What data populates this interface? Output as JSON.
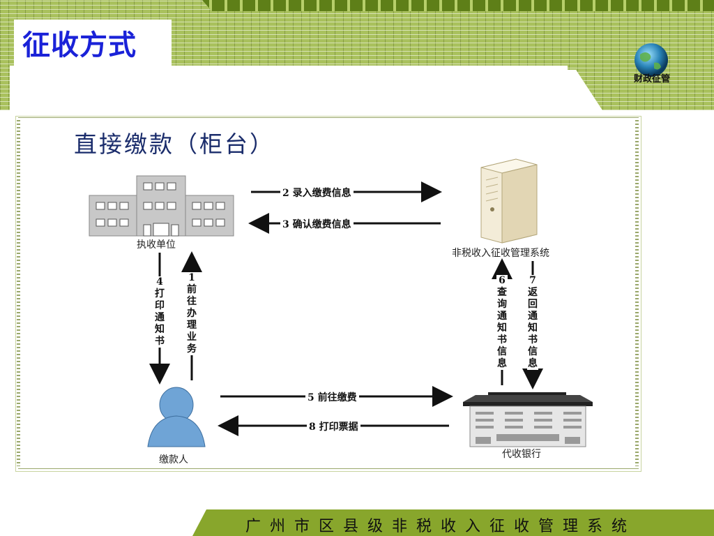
{
  "slide": {
    "title": "征收方式",
    "logo_text": "财政征管",
    "footer_text": "广州市区县级非税收入征收管理系统"
  },
  "diagram": {
    "title": "直接缴款（柜台）",
    "nodes": {
      "unit": "执收单位",
      "system": "非税收入征收管理系统",
      "payer": "缴款人",
      "bank": "代收银行"
    },
    "steps": {
      "s1": "1 前往办理业务",
      "s2": "2 录入缴费信息",
      "s3": "3 确认缴费信息",
      "s4": "4 打印通知书",
      "s5": "5 前往缴费",
      "s6": "6 查询通知书信息",
      "s7": "7 返回通知书信息",
      "s8": "8 打印票据"
    }
  },
  "colors": {
    "header_green": "#a9c15d",
    "title_blue": "#1a22d8",
    "footer_green": "#88a62c",
    "diagram_title": "#1a2c6b"
  }
}
